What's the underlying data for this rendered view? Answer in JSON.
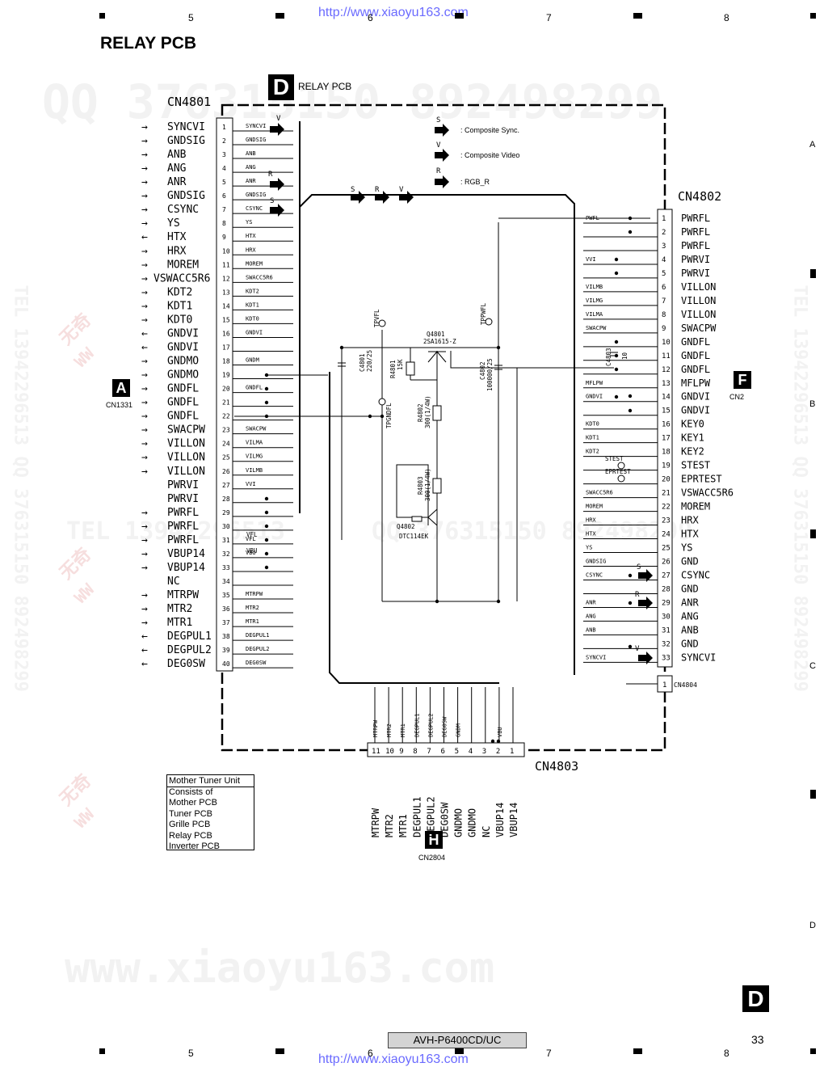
{
  "header": {
    "url": "http://www.xiaoyu163.com",
    "col_marks": [
      "5",
      "6",
      "7",
      "8"
    ],
    "row_marks": [
      "A",
      "B",
      "C",
      "D"
    ],
    "title": "RELAY PCB"
  },
  "watermarks": {
    "qq": "QQ 376315150  892498299",
    "tel_side": "TEL 13942296513 QQ 376315150 892498299",
    "tel_mid": "TEL 13942296513",
    "qq_mid": "QQ 376315150 892498299",
    "site": "www.xiaoyu163.com",
    "wuqi": "无奇",
    "ww": "WW"
  },
  "board": {
    "letter": "D",
    "label": "RELAY PCB"
  },
  "legend": [
    {
      "letter": "S",
      "text": ": Composite Sync."
    },
    {
      "letter": "V",
      "text": ": Composite Video"
    },
    {
      "letter": "R",
      "text": ": RGB_R"
    }
  ],
  "cn4801": {
    "name": "CN4801",
    "pins": [
      {
        "n": "1",
        "dir": "→",
        "sig": "SYNCVI",
        "net": "SYNCVI"
      },
      {
        "n": "2",
        "dir": "→",
        "sig": "GNDSIG",
        "net": "GNDSIG"
      },
      {
        "n": "3",
        "dir": "→",
        "sig": "ANB",
        "net": "ANB"
      },
      {
        "n": "4",
        "dir": "→",
        "sig": "ANG",
        "net": "ANG"
      },
      {
        "n": "5",
        "dir": "→",
        "sig": "ANR",
        "net": "ANR"
      },
      {
        "n": "6",
        "dir": "→",
        "sig": "GNDSIG",
        "net": "GNDSIG"
      },
      {
        "n": "7",
        "dir": "→",
        "sig": "CSYNC",
        "net": "CSYNC"
      },
      {
        "n": "8",
        "dir": "→",
        "sig": "YS",
        "net": "YS"
      },
      {
        "n": "9",
        "dir": "←",
        "sig": "HTX",
        "net": "HTX"
      },
      {
        "n": "10",
        "dir": "→",
        "sig": "HRX",
        "net": "HRX"
      },
      {
        "n": "11",
        "dir": "→",
        "sig": "MOREM",
        "net": "MOREM"
      },
      {
        "n": "12",
        "dir": "→",
        "sig": "VSWACC5R6",
        "net": "SWACC5R6"
      },
      {
        "n": "13",
        "dir": "→",
        "sig": "KDT2",
        "net": "KDT2"
      },
      {
        "n": "14",
        "dir": "→",
        "sig": "KDT1",
        "net": "KDT1"
      },
      {
        "n": "15",
        "dir": "→",
        "sig": "KDT0",
        "net": "KDT0"
      },
      {
        "n": "16",
        "dir": "←",
        "sig": "GNDVI",
        "net": "GNDVI"
      },
      {
        "n": "17",
        "dir": "←",
        "sig": "GNDVI",
        "net": ""
      },
      {
        "n": "18",
        "dir": "→",
        "sig": "GNDMO",
        "net": "GNDM"
      },
      {
        "n": "19",
        "dir": "→",
        "sig": "GNDMO",
        "net": ""
      },
      {
        "n": "20",
        "dir": "→",
        "sig": "GNDFL",
        "net": "GNDFL"
      },
      {
        "n": "21",
        "dir": "→",
        "sig": "GNDFL",
        "net": ""
      },
      {
        "n": "22",
        "dir": "→",
        "sig": "GNDFL",
        "net": ""
      },
      {
        "n": "23",
        "dir": "→",
        "sig": "SWACPW",
        "net": "SWACPW"
      },
      {
        "n": "24",
        "dir": "→",
        "sig": "VILLON",
        "net": "VILMA"
      },
      {
        "n": "25",
        "dir": "→",
        "sig": "VILLON",
        "net": "VILMG"
      },
      {
        "n": "26",
        "dir": "→",
        "sig": "VILLON",
        "net": "VILMB"
      },
      {
        "n": "27",
        "dir": "",
        "sig": "PWRVI",
        "net": "VVI"
      },
      {
        "n": "28",
        "dir": "",
        "sig": "PWRVI",
        "net": ""
      },
      {
        "n": "29",
        "dir": "→",
        "sig": "PWRFL",
        "net": ""
      },
      {
        "n": "30",
        "dir": "→",
        "sig": "PWRFL",
        "net": ""
      },
      {
        "n": "31",
        "dir": "→",
        "sig": "PWRFL",
        "net": "VFL"
      },
      {
        "n": "32",
        "dir": "→",
        "sig": "VBUP14",
        "net": "VBU"
      },
      {
        "n": "33",
        "dir": "→",
        "sig": "VBUP14",
        "net": ""
      },
      {
        "n": "34",
        "dir": "",
        "sig": "NC",
        "net": ""
      },
      {
        "n": "35",
        "dir": "→",
        "sig": "MTRPW",
        "net": "MTRPW"
      },
      {
        "n": "36",
        "dir": "→",
        "sig": "MTR2",
        "net": "MTR2"
      },
      {
        "n": "37",
        "dir": "→",
        "sig": "MTR1",
        "net": "MTR1"
      },
      {
        "n": "38",
        "dir": "←",
        "sig": "DEGPUL1",
        "net": "DEGPUL1"
      },
      {
        "n": "39",
        "dir": "←",
        "sig": "DEGPUL2",
        "net": "DEGPUL2"
      },
      {
        "n": "40",
        "dir": "←",
        "sig": "DEG0SW",
        "net": "DEG0SW"
      }
    ]
  },
  "cn4802": {
    "name": "CN4802",
    "pins": [
      {
        "n": "1",
        "sig": "PWRFL",
        "net": "PWFL"
      },
      {
        "n": "2",
        "sig": "PWRFL",
        "net": ""
      },
      {
        "n": "3",
        "sig": "PWRFL",
        "net": ""
      },
      {
        "n": "4",
        "sig": "PWRVI",
        "net": "VVI"
      },
      {
        "n": "5",
        "sig": "PWRVI",
        "net": ""
      },
      {
        "n": "6",
        "sig": "VILLON",
        "net": "VILMB"
      },
      {
        "n": "7",
        "sig": "VILLON",
        "net": "VILMG"
      },
      {
        "n": "8",
        "sig": "VILLON",
        "net": "VILMA"
      },
      {
        "n": "9",
        "sig": "SWACPW",
        "net": "SWACPW"
      },
      {
        "n": "10",
        "sig": "GNDFL",
        "net": ""
      },
      {
        "n": "11",
        "sig": "GNDFL",
        "net": ""
      },
      {
        "n": "12",
        "sig": "GNDFL",
        "net": ""
      },
      {
        "n": "13",
        "sig": "MFLPW",
        "net": "MFLPW"
      },
      {
        "n": "14",
        "sig": "GNDVI",
        "net": "GNDVI"
      },
      {
        "n": "15",
        "sig": "GNDVI",
        "net": ""
      },
      {
        "n": "16",
        "sig": "KEY0",
        "net": "KDT0"
      },
      {
        "n": "17",
        "sig": "KEY1",
        "net": "KDT1"
      },
      {
        "n": "18",
        "sig": "KEY2",
        "net": "KDT2"
      },
      {
        "n": "19",
        "sig": "STEST",
        "net": ""
      },
      {
        "n": "20",
        "sig": "EPRTEST",
        "net": ""
      },
      {
        "n": "21",
        "sig": "VSWACC5R6",
        "net": "SWACC5R6"
      },
      {
        "n": "22",
        "sig": "MOREM",
        "net": "MOREM"
      },
      {
        "n": "23",
        "sig": "HRX",
        "net": "HRX"
      },
      {
        "n": "24",
        "sig": "HTX",
        "net": "HTX"
      },
      {
        "n": "25",
        "sig": "YS",
        "net": "YS"
      },
      {
        "n": "26",
        "sig": "GND",
        "net": "GNDSIG"
      },
      {
        "n": "27",
        "sig": "CSYNC",
        "net": "CSYNC"
      },
      {
        "n": "28",
        "sig": "GND",
        "net": ""
      },
      {
        "n": "29",
        "sig": "ANR",
        "net": "ANR"
      },
      {
        "n": "30",
        "sig": "ANG",
        "net": "ANG"
      },
      {
        "n": "31",
        "sig": "ANB",
        "net": "ANB"
      },
      {
        "n": "32",
        "sig": "GND",
        "net": ""
      },
      {
        "n": "33",
        "sig": "SYNCVI",
        "net": "SYNCVI"
      }
    ]
  },
  "cn4803": {
    "name": "CN4803",
    "pins": [
      {
        "n": "11",
        "sig": "MTRPW",
        "net": "MTRPW"
      },
      {
        "n": "10",
        "sig": "MTR2",
        "net": "MTR2"
      },
      {
        "n": "9",
        "sig": "MTR1",
        "net": "MTR1"
      },
      {
        "n": "8",
        "sig": "DEGPUL1",
        "net": "DEGPUL1"
      },
      {
        "n": "7",
        "sig": "DEGPUL2",
        "net": "DEGPUL2"
      },
      {
        "n": "6",
        "sig": "DEG0SW",
        "net": "DEG0SW"
      },
      {
        "n": "5",
        "sig": "GNDMO",
        "net": "GNDM"
      },
      {
        "n": "4",
        "sig": "GNDMO",
        "net": ""
      },
      {
        "n": "3",
        "sig": "NC",
        "net": ""
      },
      {
        "n": "2",
        "sig": "VBUP14",
        "net": "VBU"
      },
      {
        "n": "1",
        "sig": "VBUP14",
        "net": ""
      }
    ]
  },
  "cn4804": {
    "pin": "1",
    "name": "CN4804"
  },
  "connectors": {
    "a": {
      "letter": "A",
      "name": "CN1331"
    },
    "f": {
      "letter": "F",
      "name": "CN2"
    },
    "h": {
      "letter": "H",
      "name": "CN2804"
    }
  },
  "parts": {
    "c4801": {
      "ref": "C4801",
      "val": "220/25"
    },
    "r4801": {
      "ref": "R4801",
      "val": "15K"
    },
    "q4801": {
      "ref": "Q4801",
      "val": "2SA1615-Z"
    },
    "r4802": {
      "ref": "R4802",
      "val": "300(1/4W)"
    },
    "r4803": {
      "ref": "R4803",
      "val": "300(1/4W)"
    },
    "q4802": {
      "ref": "Q4802",
      "val": "DTC114EK"
    },
    "c4802": {
      "ref": "C4802",
      "val": "100000/25"
    },
    "c4803": {
      "ref": "C4803",
      "val": "10"
    },
    "tpvfl": "TPVFL",
    "tppwfl": "TPPWFL",
    "tpgndfl": "TPGNDFL",
    "stest": "STEST",
    "eprtest": "EPRTEST",
    "bus_s": "S",
    "bus_r": "R",
    "bus_v": "V",
    "vfl": "VFL",
    "vbu": "VBU",
    "gndm": "GNDM",
    "gndfl": "GNDFL",
    "gndvi": "GNDVI"
  },
  "unit_box": {
    "title": "Mother Tuner Unit",
    "lines": [
      "Consists of",
      "Mother PCB",
      "Tuner PCB",
      "Grille PCB",
      "Relay PCB",
      "Inverter PCB"
    ]
  },
  "footer": {
    "model": "AVH-P6400CD/UC",
    "page": "33",
    "corner_letter": "D"
  }
}
